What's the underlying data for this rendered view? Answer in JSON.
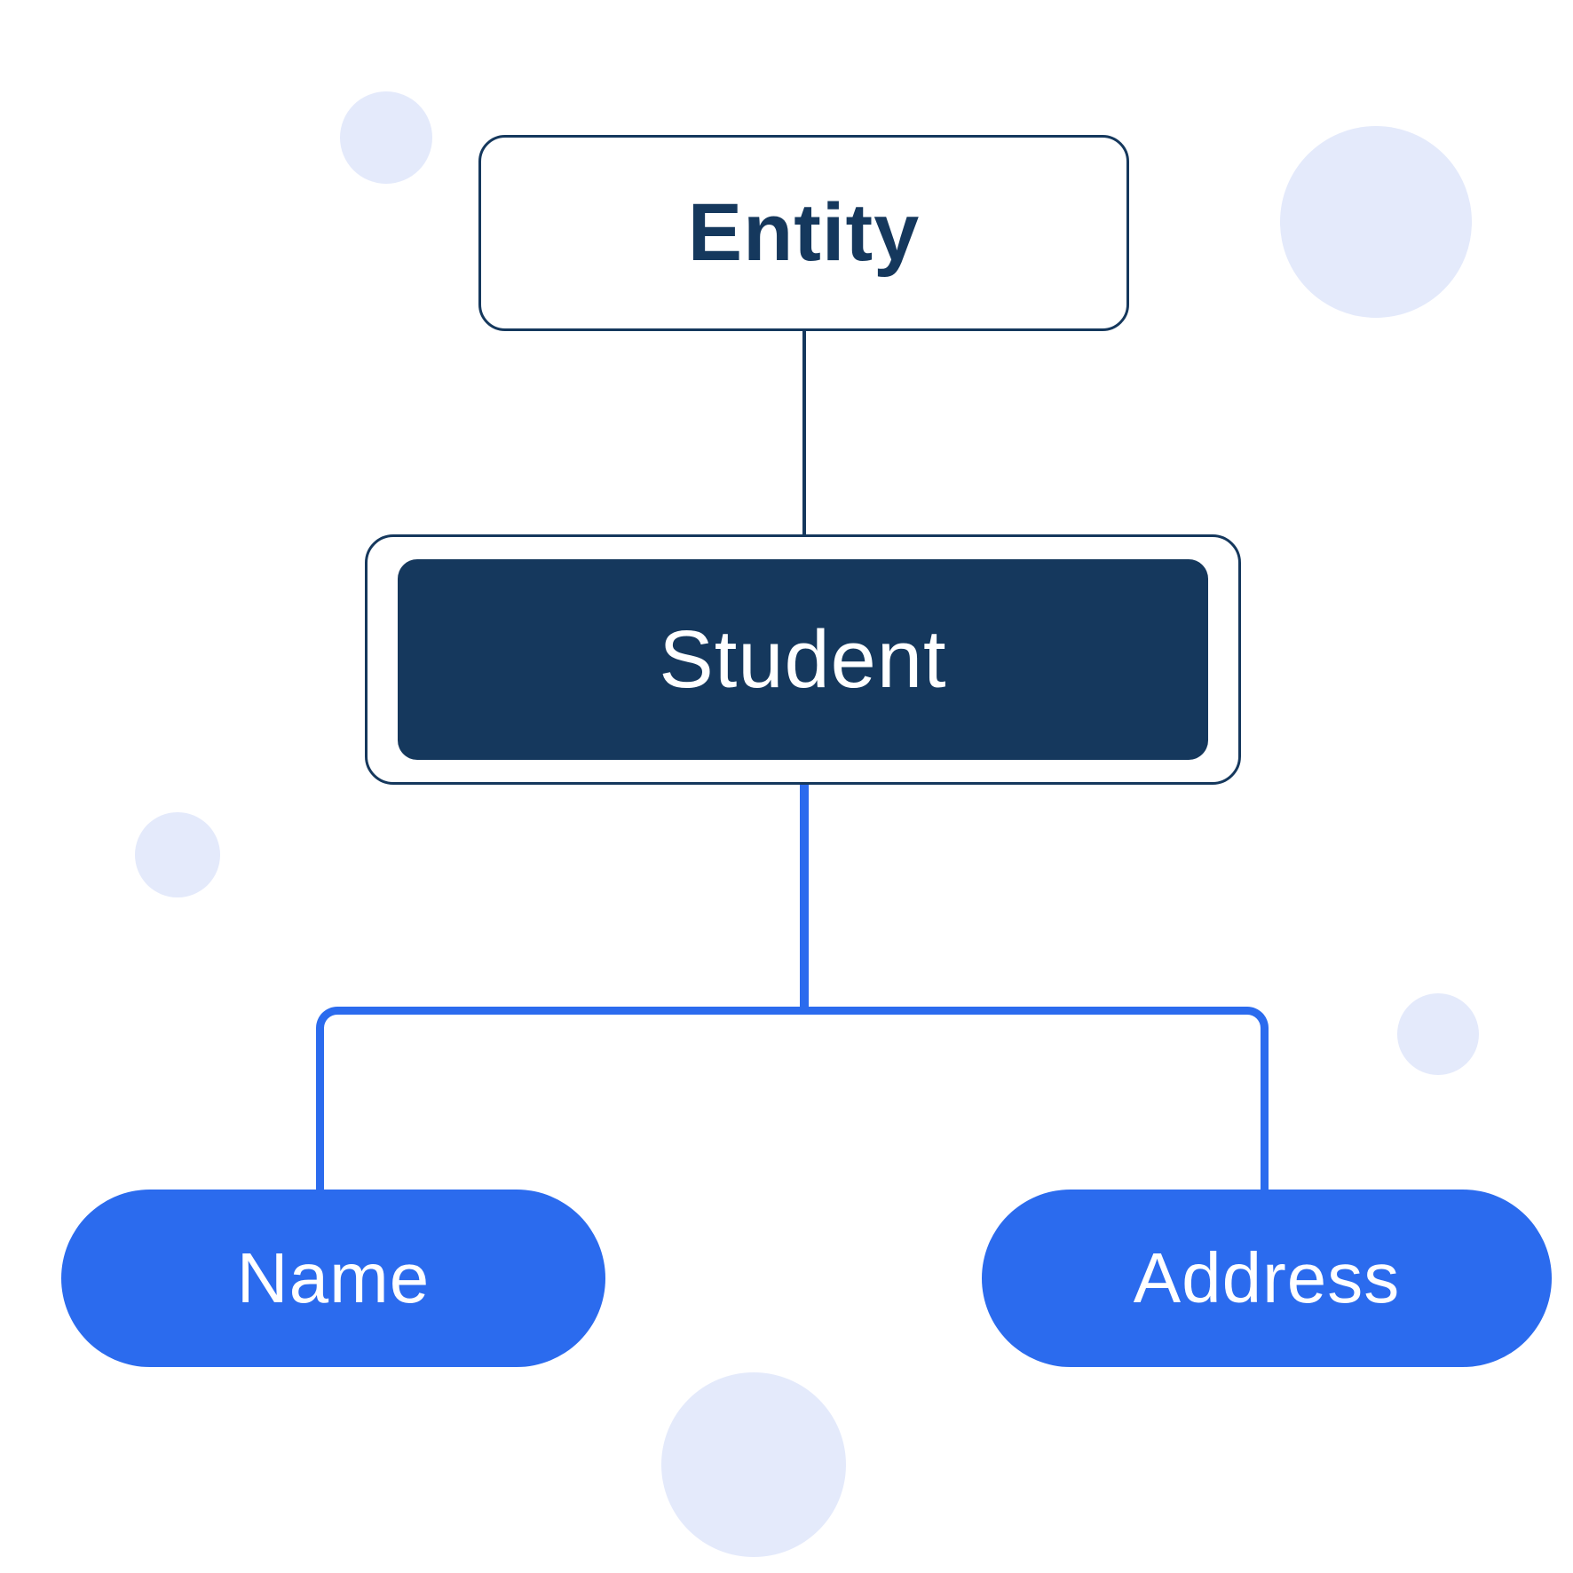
{
  "diagram": {
    "title_node": {
      "label": "Entity"
    },
    "entity_node": {
      "label": "Student"
    },
    "attribute_nodes": [
      {
        "label": "Name"
      },
      {
        "label": "Address"
      }
    ]
  },
  "colors": {
    "navy": "#15385d",
    "blue": "#2b6bee",
    "lavender": "#e4eafb",
    "white": "#ffffff"
  }
}
